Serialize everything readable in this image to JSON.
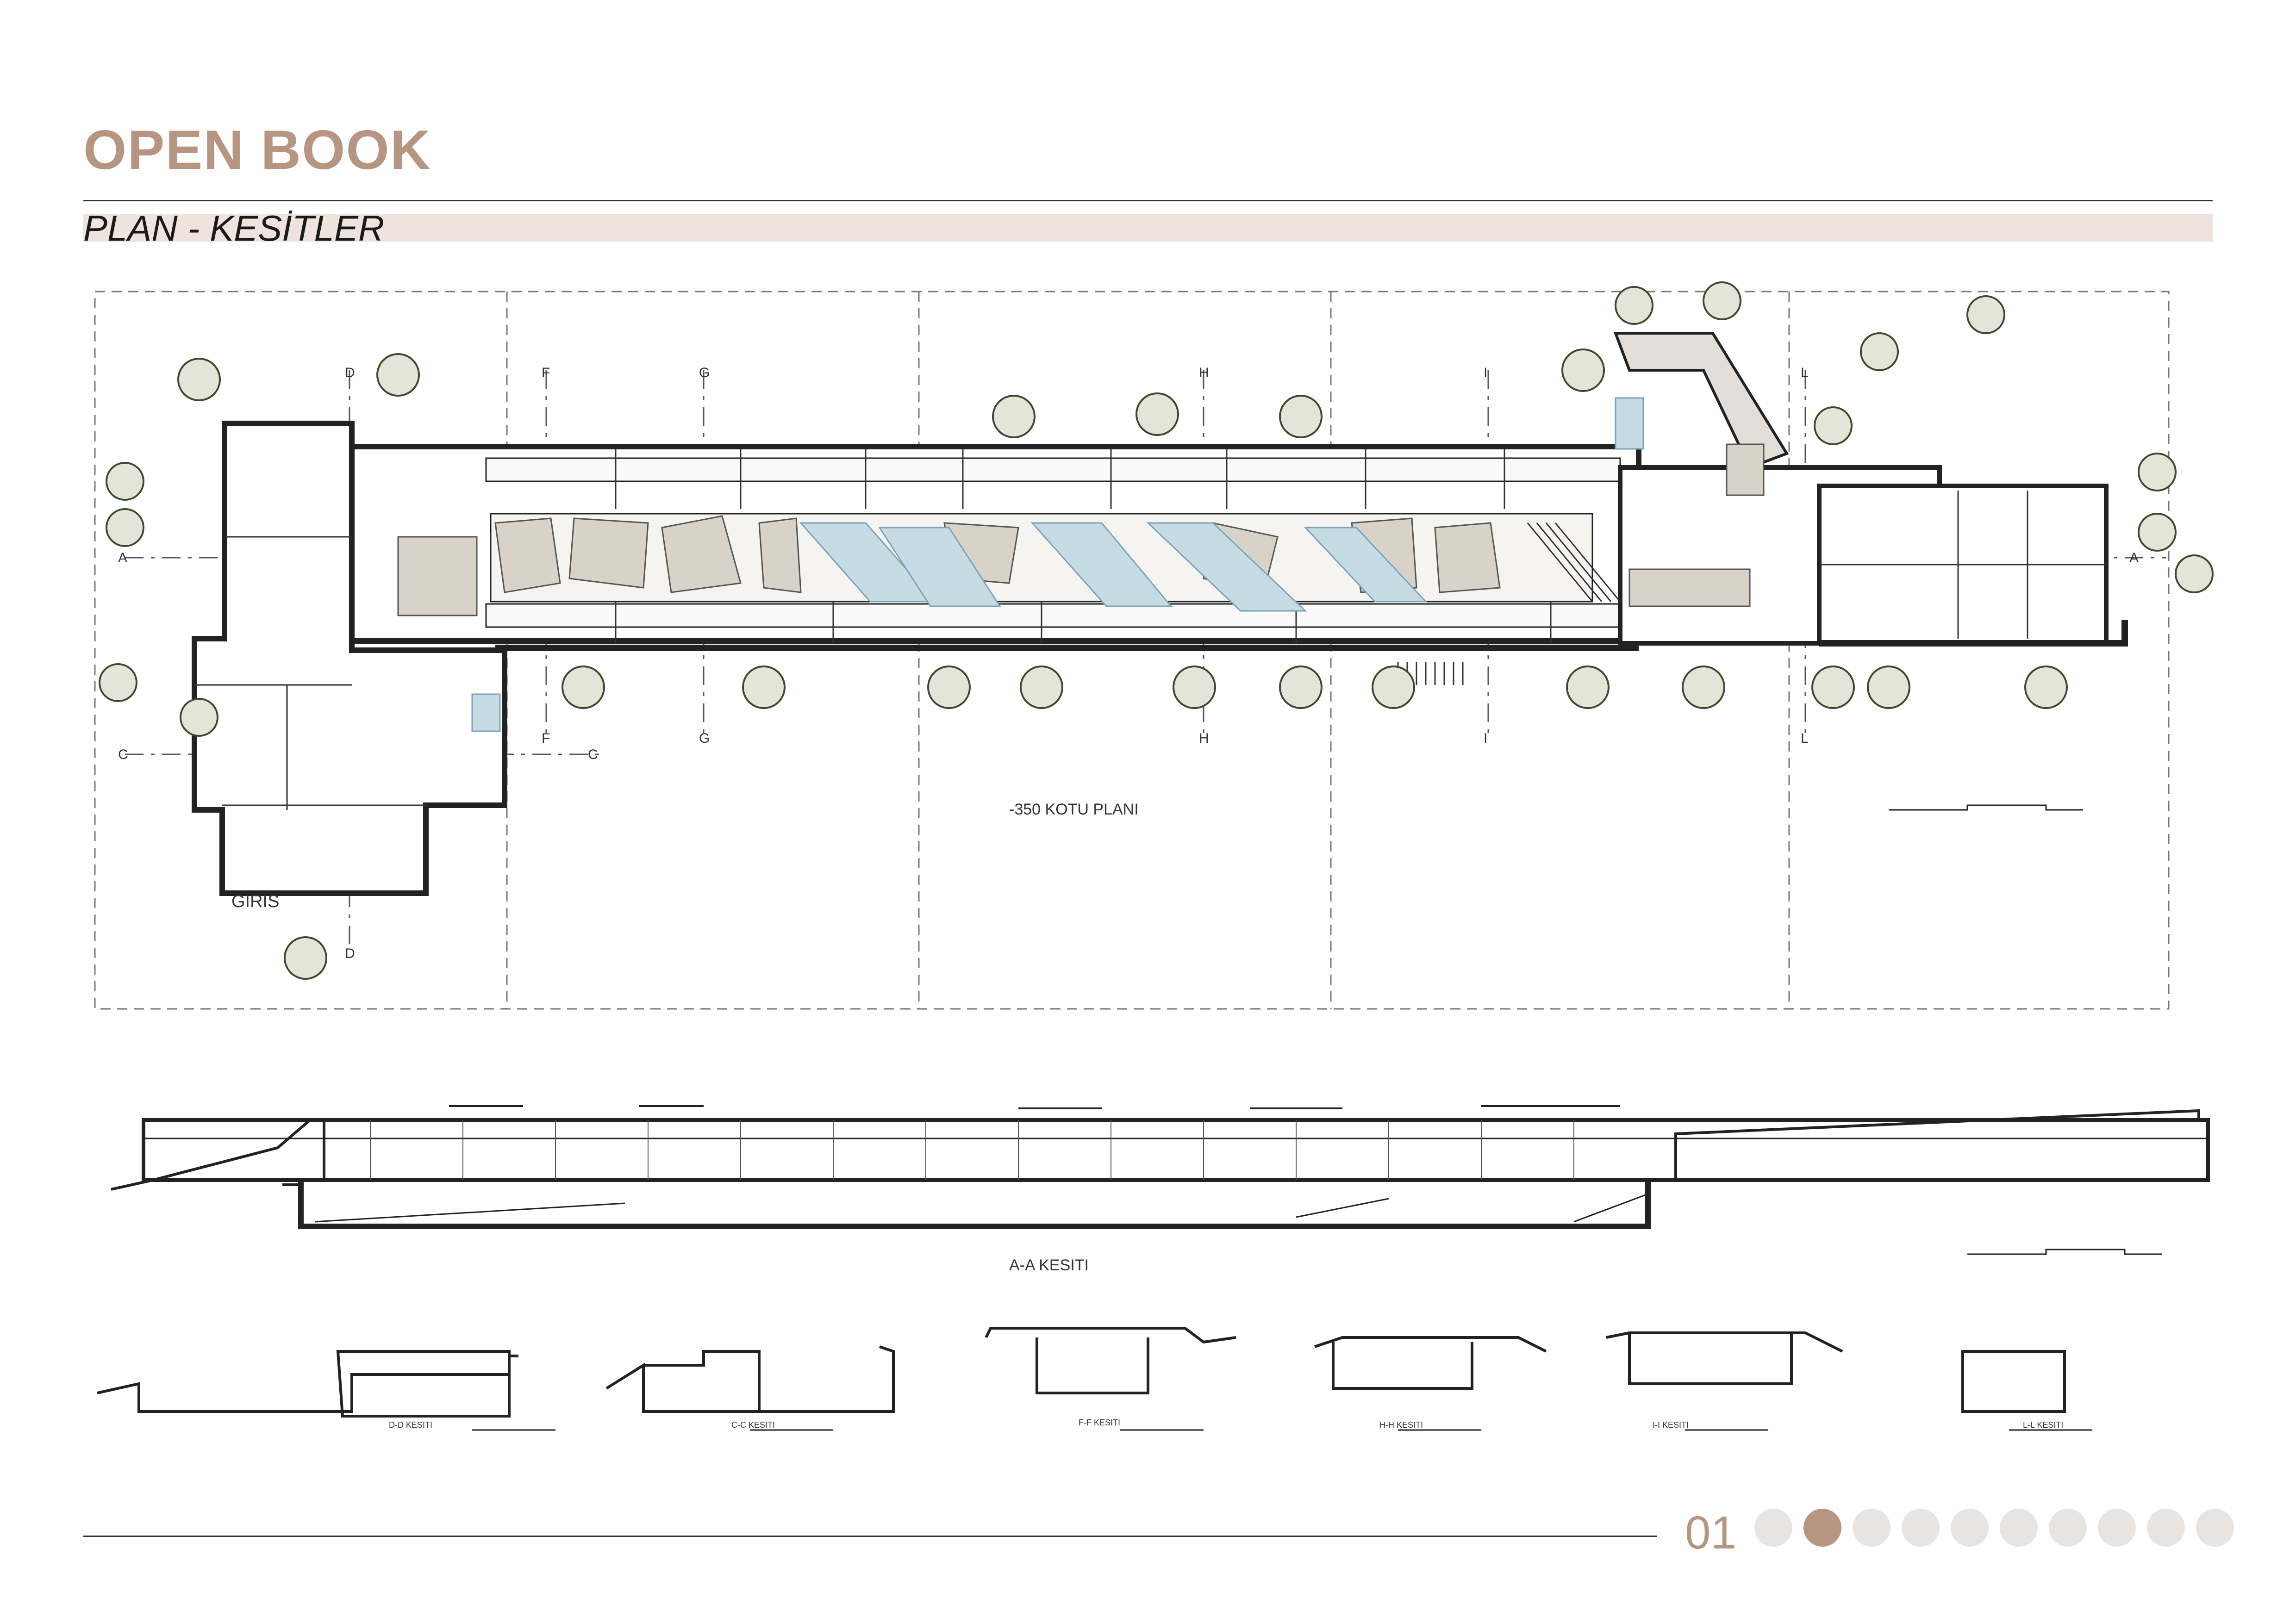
{
  "header": {
    "title": "OPEN BOOK",
    "subtitle": "PLAN  - KESİTLER"
  },
  "plan": {
    "label": "-350 KOTU PLANI",
    "entrance": "GIRIS",
    "markers": [
      "D",
      "F",
      "G",
      "H",
      "I",
      "L"
    ],
    "edge_markers": [
      "A",
      "C"
    ]
  },
  "sections": {
    "main_label": "A-A KESITI",
    "small": [
      "D-D KESITI",
      "C-C KESITI",
      "F-F KESITI",
      "H-H KESITI",
      "I-I KESITI",
      "L-L KESITI"
    ]
  },
  "footer": {
    "page_number": "01",
    "dot_count": 10,
    "active_dot": 1
  },
  "colors": {
    "accent": "#b69680",
    "water": "#c7dbe4",
    "paving": "#d9d2c9",
    "tree": "#8a9a6f"
  }
}
